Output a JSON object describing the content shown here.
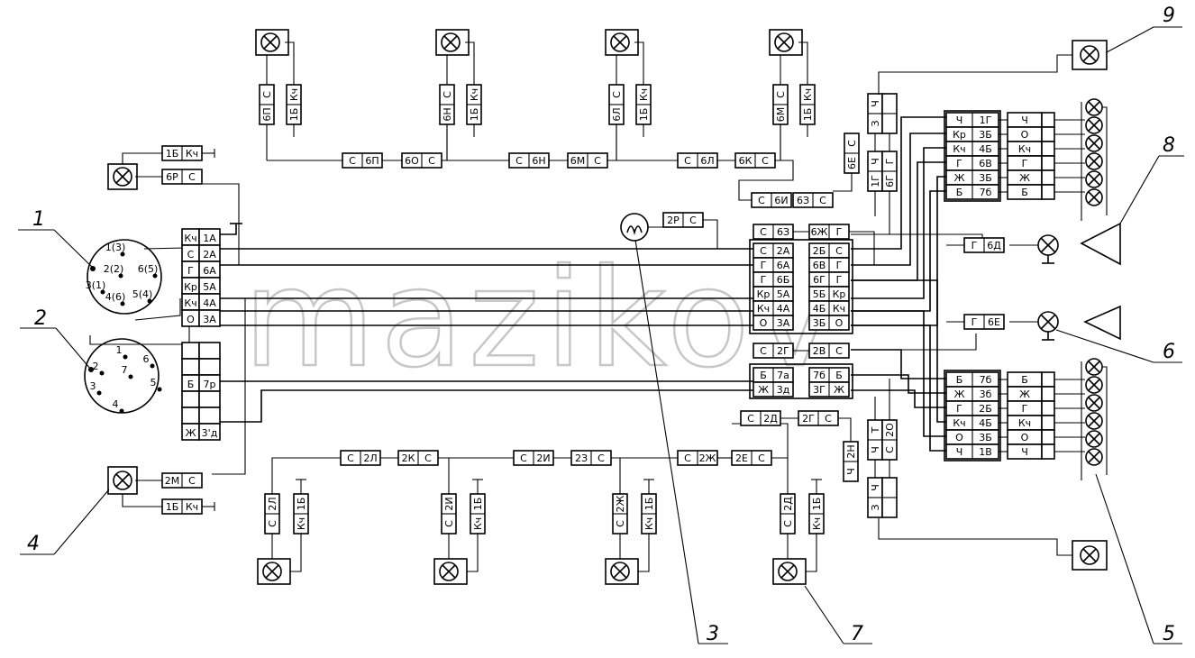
{
  "watermark": "mazikov",
  "callouts": [
    "1",
    "2",
    "3",
    "4",
    "5",
    "6",
    "7",
    "8",
    "9"
  ],
  "connector_top": {
    "pins": [
      "1(3)",
      "2(2)",
      "6(5)",
      "3(1)",
      "4(6)",
      "5(4)"
    ],
    "rows": [
      [
        "Кч",
        "1А"
      ],
      [
        "С",
        "2А"
      ],
      [
        "Г",
        "6А"
      ],
      [
        "Кр",
        "5А"
      ],
      [
        "Кч",
        "4А"
      ],
      [
        "О",
        "3А"
      ]
    ]
  },
  "connector_bottom": {
    "pins": [
      "1",
      "2",
      "3",
      "4",
      "5",
      "6",
      "7"
    ],
    "rows": [
      [
        "",
        ""
      ],
      [
        "",
        ""
      ],
      [
        "Б",
        "7р"
      ],
      [
        "",
        ""
      ],
      [
        "",
        ""
      ],
      [
        "Ж",
        "3'д"
      ]
    ]
  },
  "lamp4_tags": [
    [
      "2М",
      "С"
    ],
    [
      "1Б",
      "Кч"
    ]
  ],
  "lamp_left_tags": [
    [
      "1Б",
      "Кч"
    ],
    [
      "6Р",
      "С"
    ]
  ],
  "top_lamps": [
    {
      "v1": [
        "С",
        "6П"
      ],
      "v2": [
        "Кч",
        "1Б"
      ]
    },
    {
      "v1": [
        "С",
        "6Н"
      ],
      "v2": [
        "Кч",
        "1Б"
      ]
    },
    {
      "v1": [
        "С",
        "6Л"
      ],
      "v2": [
        "Кч",
        "1Б"
      ]
    },
    {
      "v1": [
        "С",
        "6М"
      ],
      "v2": [
        "Кч",
        "1Б"
      ]
    }
  ],
  "top_chain": [
    [
      "С",
      "6П"
    ],
    [
      "6О",
      "С"
    ],
    [
      "С",
      "6Н"
    ],
    [
      "6М",
      "С"
    ],
    [
      "С",
      "6Л"
    ],
    [
      "6К",
      "С"
    ]
  ],
  "bottom_lamps": [
    {
      "v1": [
        "2Л",
        "С"
      ],
      "v2": [
        "1Б",
        "Кч"
      ]
    },
    {
      "v1": [
        "2И",
        "С"
      ],
      "v2": [
        "1Б",
        "Кч"
      ]
    },
    {
      "v1": [
        "2Ж",
        "С"
      ],
      "v2": [
        "1Б",
        "Кч"
      ]
    },
    {
      "v1": [
        "2Д",
        "С"
      ],
      "v2": [
        "1Б",
        "Кч"
      ]
    }
  ],
  "bottom_chain": [
    [
      "С",
      "2Л"
    ],
    [
      "2К",
      "С"
    ],
    [
      "С",
      "2И"
    ],
    [
      "2З",
      "С"
    ],
    [
      "С",
      "2Ж"
    ],
    [
      "2Е",
      "С"
    ]
  ],
  "center_block_left": [
    [
      "С",
      "2А"
    ],
    [
      "Г",
      "6А"
    ],
    [
      "Г",
      "6Б"
    ],
    [
      "Кр",
      "5А"
    ],
    [
      "Кч",
      "4А"
    ],
    [
      "О",
      "3А"
    ]
  ],
  "center_block_right": [
    [
      "2Б",
      "С"
    ],
    [
      "6В",
      "Г"
    ],
    [
      "6Г",
      "Г"
    ],
    [
      "5Б",
      "Кр"
    ],
    [
      "4Б",
      "Кч"
    ],
    [
      "3Б",
      "О"
    ]
  ],
  "center_misc": {
    "sensor_tag": [
      "2Р",
      "С"
    ],
    "c6e": [
      "С",
      "6Е"
    ],
    "c6i": [
      "С",
      "6И"
    ],
    "c6z": [
      "6З",
      "С"
    ],
    "c6g": [
      "С",
      "6З"
    ],
    "c6zh": [
      "6Ж",
      "Г"
    ],
    "c2g": [
      "С",
      "2Г"
    ],
    "c2v": [
      "2В",
      "С"
    ],
    "c7a_l": [
      [
        "Б",
        "7а"
      ],
      [
        "Ж",
        "3д"
      ]
    ],
    "c7a_r": [
      [
        "7б",
        "Б"
      ],
      [
        "3Г",
        "Ж"
      ]
    ],
    "c2d": [
      "С",
      "2Д"
    ],
    "c2g2": [
      "2Г",
      "С"
    ],
    "c2n": [
      "2Н",
      "Ч"
    ],
    "c6d": [
      "Г",
      "6Д"
    ],
    "c6e2": [
      "Г",
      "6Е"
    ]
  },
  "vert_pairs_top": [
    [
      "Ч",
      "З"
    ],
    [
      "Ч",
      "1Г"
    ],
    [
      "Г",
      "6Г"
    ]
  ],
  "vert_pairs_bottom": [
    [
      "Т",
      "Ч"
    ],
    [
      "2О",
      "С"
    ],
    [
      "Ч",
      "З"
    ]
  ],
  "right_top_left": [
    [
      "Ч",
      "1Г"
    ],
    [
      "Кр",
      "3Б"
    ],
    [
      "Кч",
      "4Б"
    ],
    [
      "Г",
      "6В"
    ],
    [
      "Ж",
      "3Б"
    ],
    [
      "Б",
      "7б"
    ]
  ],
  "right_top_right": [
    "Ч",
    "О",
    "Кч",
    "Г",
    "Ж",
    "Б"
  ],
  "right_bot_left": [
    [
      "Б",
      "7б"
    ],
    [
      "Ж",
      "3б"
    ],
    [
      "Г",
      "2Б"
    ],
    [
      "Кч",
      "4Б"
    ],
    [
      "О",
      "3Б"
    ],
    [
      "Ч",
      "1В"
    ]
  ],
  "right_bot_right": [
    "Б",
    "Ж",
    "Г",
    "Кч",
    "О",
    "Ч"
  ]
}
